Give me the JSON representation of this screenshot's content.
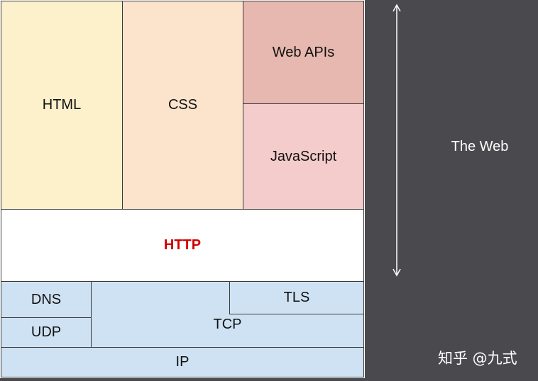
{
  "layers": {
    "html": "HTML",
    "css": "CSS",
    "web_apis": "Web APIs",
    "javascript": "JavaScript",
    "http": "HTTP",
    "dns": "DNS",
    "udp": "UDP",
    "tcp": "TCP",
    "tls": "TLS",
    "ip": "IP"
  },
  "side_label": "The Web",
  "watermark": "知乎 @九式",
  "colors": {
    "background": "#4a4a4e",
    "html": "#fdf1cc",
    "css": "#fce3cc",
    "web_apis": "#e6b8af",
    "javascript": "#f4cccc",
    "http_text": "#d00000",
    "transport": "#cfe2f3"
  }
}
